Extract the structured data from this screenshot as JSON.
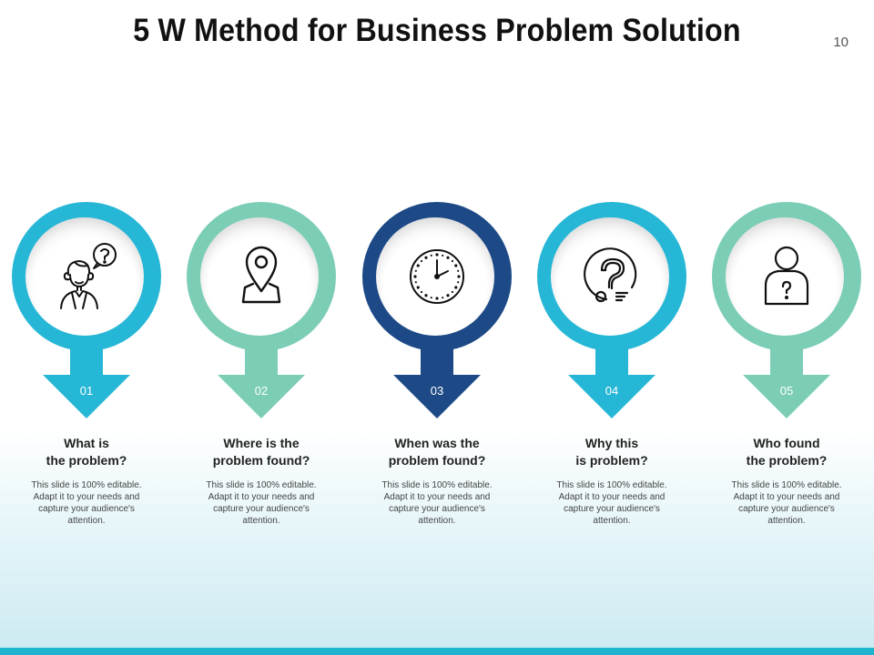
{
  "slide": {
    "title": "5 W Method for Business Problem Solution",
    "number": "10"
  },
  "colors": {
    "cyan": "#27b7d6",
    "teal": "#7ccdb6",
    "navy": "#1d4a87",
    "bottom_bar": "#1fb5cf"
  },
  "items": [
    {
      "number": "01",
      "heading": "What is\nthe problem?",
      "body": "This slide is 100% editable. Adapt it to your needs and capture your audience's attention.",
      "color": "#27b7d6",
      "icon": "person-question-icon"
    },
    {
      "number": "02",
      "heading": "Where is the\nproblem found?",
      "body": "This slide is 100% editable. Adapt it to your needs and capture your audience's attention.",
      "color": "#7ccdb6",
      "icon": "location-pin-icon"
    },
    {
      "number": "03",
      "heading": "When was the\nproblem found?",
      "body": "This slide is 100% editable. Adapt it to your needs and capture your audience's attention.",
      "color": "#1d4a87",
      "icon": "clock-icon"
    },
    {
      "number": "04",
      "heading": "Why this\nis problem?",
      "body": "This slide is 100% editable. Adapt it to your needs and capture your audience's attention.",
      "color": "#27b7d6",
      "icon": "question-bubble-icon"
    },
    {
      "number": "05",
      "heading": "Who found\nthe problem?",
      "body": "This slide is 100% editable. Adapt it to your needs and capture your audience's attention.",
      "color": "#7ccdb6",
      "icon": "unknown-person-icon"
    }
  ]
}
